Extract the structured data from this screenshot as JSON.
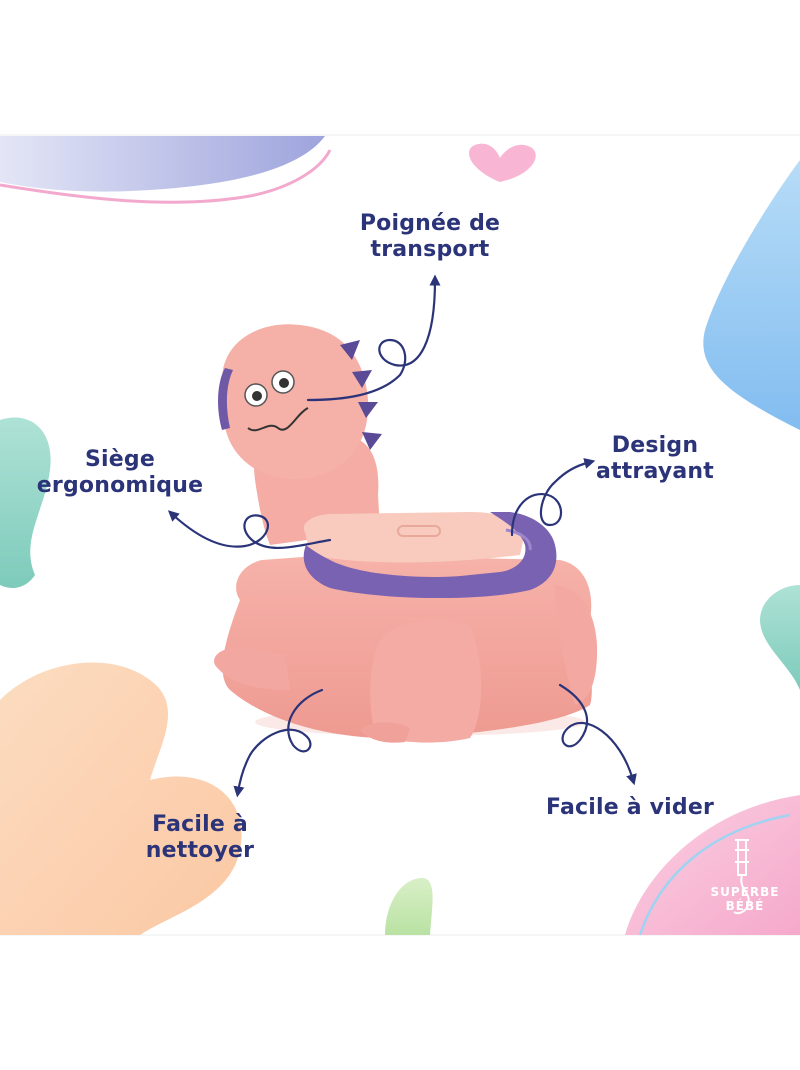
{
  "features": {
    "handle": "Poignée de\ntransport",
    "design": "Design\nattrayant",
    "seat": "Siège\nergonomique",
    "empty": "Facile à vider",
    "clean": "Facile à\nnettoyer"
  },
  "brand": {
    "line1": "SUPERBE",
    "line2": "BÉBÉ"
  },
  "colors": {
    "text": "#2b3479",
    "potty_body": "#f2a49c",
    "potty_seat": "#7a62b3",
    "accent_blue": "#8fc8f0",
    "accent_pink": "#f7b9d6",
    "accent_teal": "#8fd0c4",
    "accent_orange": "#fbd3ad"
  }
}
